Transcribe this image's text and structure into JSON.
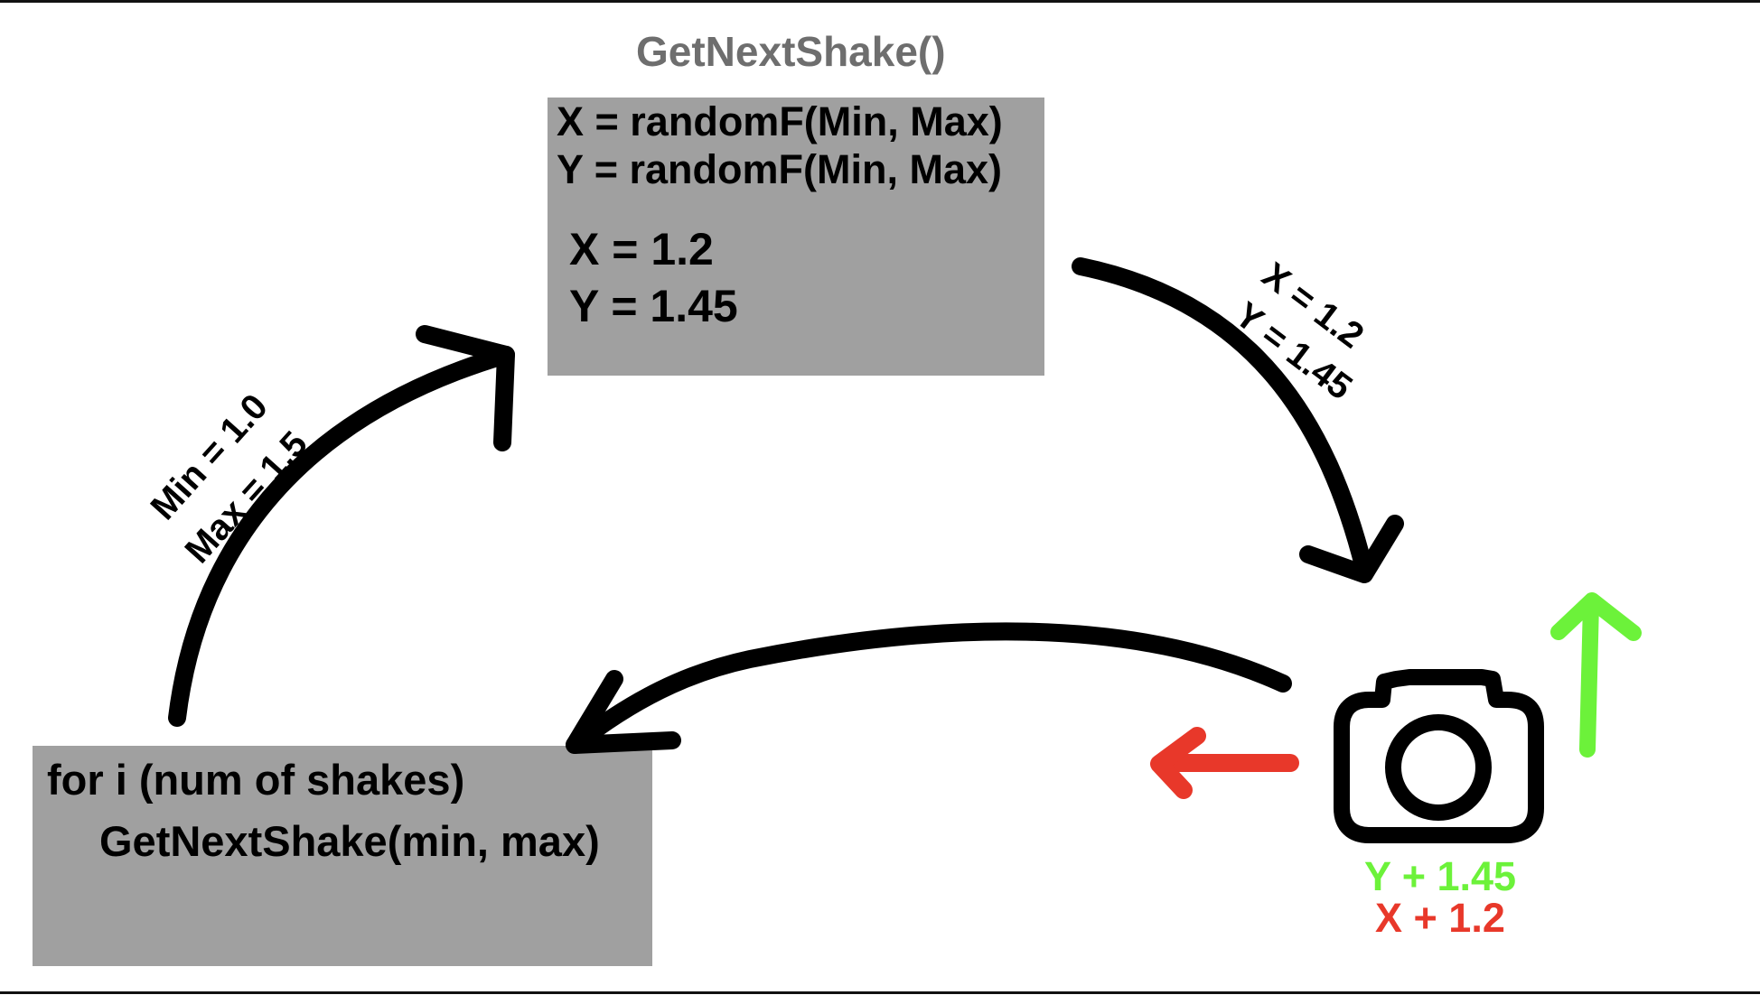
{
  "title": "GetNextShake()",
  "function_box": {
    "line1": "X = randomF(Min, Max)",
    "line2": "Y = randomF(Min, Max)",
    "result_x": "X = 1.2",
    "result_y": "Y = 1.45"
  },
  "loop_box": {
    "line1": "for i (num of shakes)",
    "line2": "GetNextShake(min, max)"
  },
  "arrow_labels": {
    "min": "Min = 1.0",
    "max": "Max = 1.5",
    "x": "X = 1.2",
    "y": "Y = 1.45"
  },
  "camera_output": {
    "y": "Y + 1.45",
    "x": "X + 1.2"
  },
  "icons": [
    "camera-icon",
    "left-arrow-icon",
    "up-arrow-icon"
  ],
  "colors": {
    "box": "#a0a0a0",
    "title": "#6e6e6e",
    "green": "#6cf23a",
    "red": "#e8382a"
  }
}
